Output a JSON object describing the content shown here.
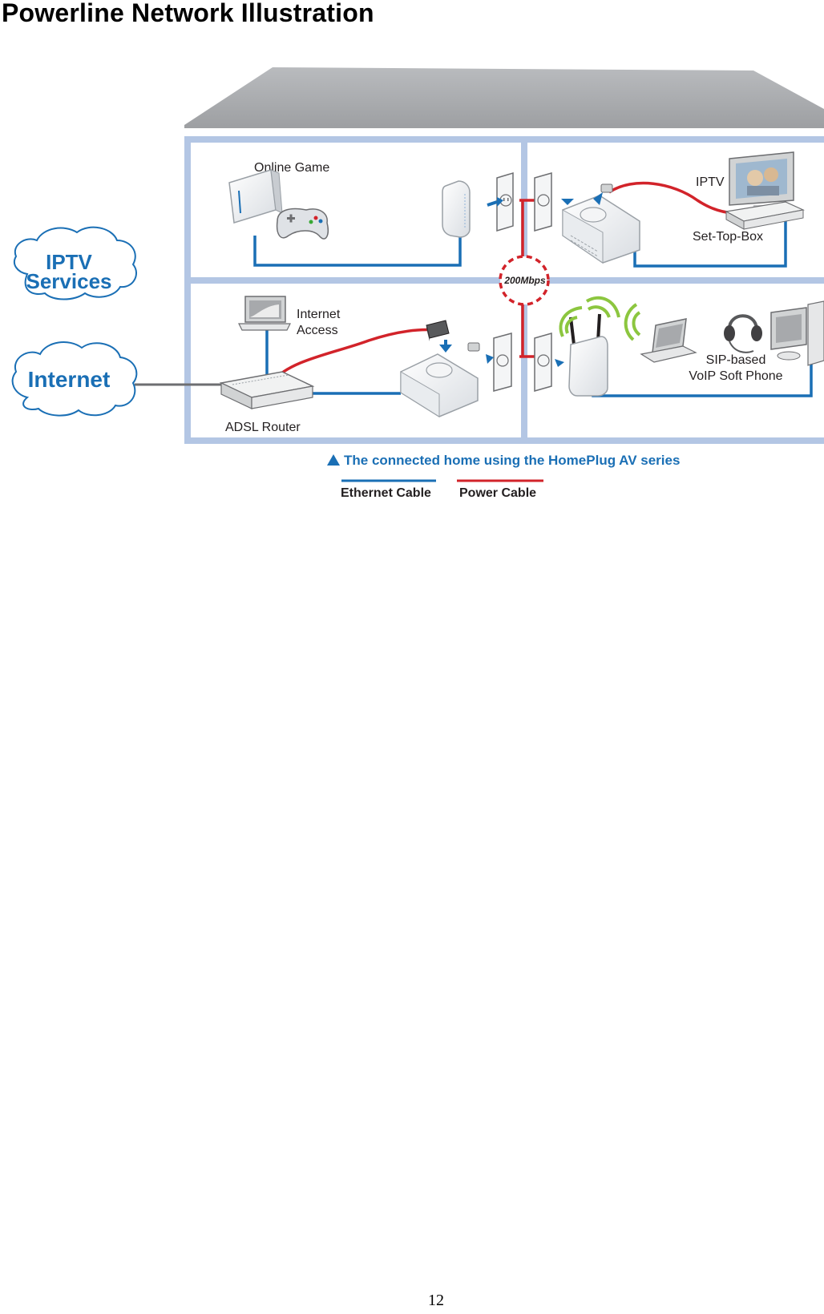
{
  "page": {
    "title": "Powerline Network Illustration",
    "page_number": "12"
  },
  "clouds": {
    "iptv_line1": "IPTV",
    "iptv_line2": "Services",
    "internet": "Internet"
  },
  "labels": {
    "online_game": "Online Game",
    "iptv": "IPTV",
    "set_top_box": "Set-Top-Box",
    "speed": "200Mbps",
    "internet_access_line1": "Internet",
    "internet_access_line2": "Access",
    "sip_line1": "SIP-based",
    "sip_line2": "VoIP Soft Phone",
    "adsl_router": "ADSL Router"
  },
  "caption": "The connected home using the HomePlug AV series",
  "legend": {
    "ethernet": "Ethernet Cable",
    "power": "Power Cable"
  },
  "colors": {
    "ethernet": "#1a6fb5",
    "power": "#d2232a",
    "frame": "#b3c6e4",
    "roof": "#a7a9ac",
    "cloud_text": "#1a6fb5"
  }
}
